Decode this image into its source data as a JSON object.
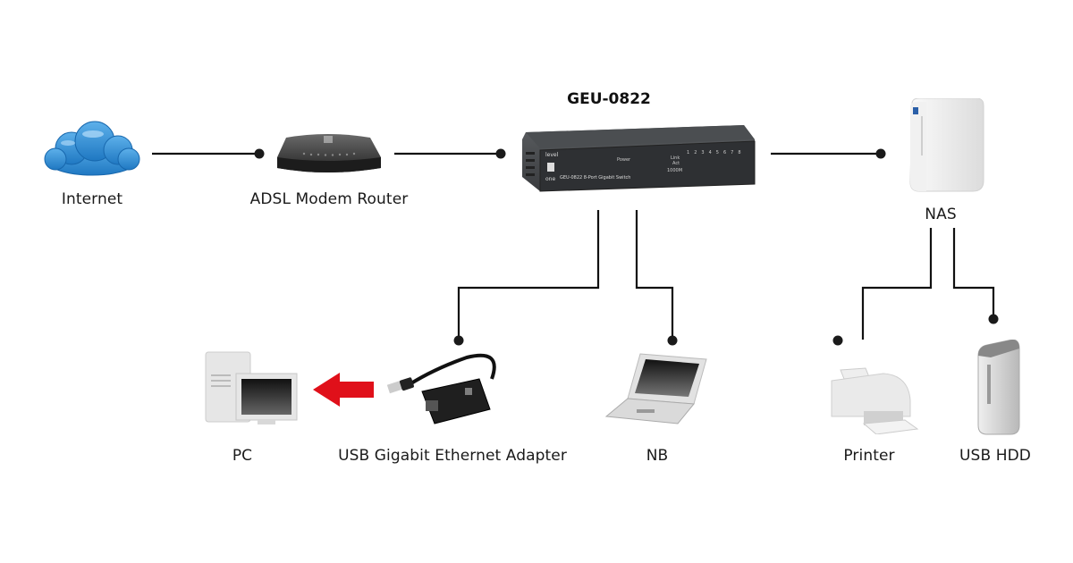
{
  "diagram": {
    "switch_title": "GEU-0822",
    "switch_panel": {
      "brand_top": "level",
      "brand_bottom": "one",
      "model_text": "GEU-0822 8-Port Gigabit Switch",
      "power_label": "Power",
      "link_label": "Link",
      "act_label": "Act",
      "speed_label": "1000M",
      "ports": [
        "1",
        "2",
        "3",
        "4",
        "5",
        "6",
        "7",
        "8"
      ]
    },
    "nodes": {
      "internet": {
        "label": "Internet",
        "icon": "cloud-icon"
      },
      "modem": {
        "label": "ADSL Modem Router",
        "icon": "modem-router-icon"
      },
      "switch": {
        "label": "GEU-0822",
        "icon": "network-switch-icon"
      },
      "nas": {
        "label": "NAS",
        "icon": "nas-icon"
      },
      "pc": {
        "label": "PC",
        "icon": "desktop-pc-icon"
      },
      "adapter": {
        "label": "USB Gigabit Ethernet Adapter",
        "icon": "usb-ethernet-adapter-icon"
      },
      "nb": {
        "label": "NB",
        "icon": "laptop-icon"
      },
      "printer": {
        "label": "Printer",
        "icon": "printer-icon"
      },
      "hdd": {
        "label": "USB HDD",
        "icon": "external-hdd-icon"
      }
    },
    "connections": [
      {
        "from": "internet",
        "to": "modem"
      },
      {
        "from": "modem",
        "to": "switch"
      },
      {
        "from": "switch",
        "to": "nas"
      },
      {
        "from": "switch",
        "to": "adapter"
      },
      {
        "from": "switch",
        "to": "nb"
      },
      {
        "from": "nas",
        "to": "printer"
      },
      {
        "from": "nas",
        "to": "hdd"
      },
      {
        "from": "adapter",
        "to": "pc",
        "style": "arrow"
      }
    ],
    "colors": {
      "wire": "#111111",
      "arrow": "#e0101a",
      "cloud": "#2a87cf"
    }
  }
}
